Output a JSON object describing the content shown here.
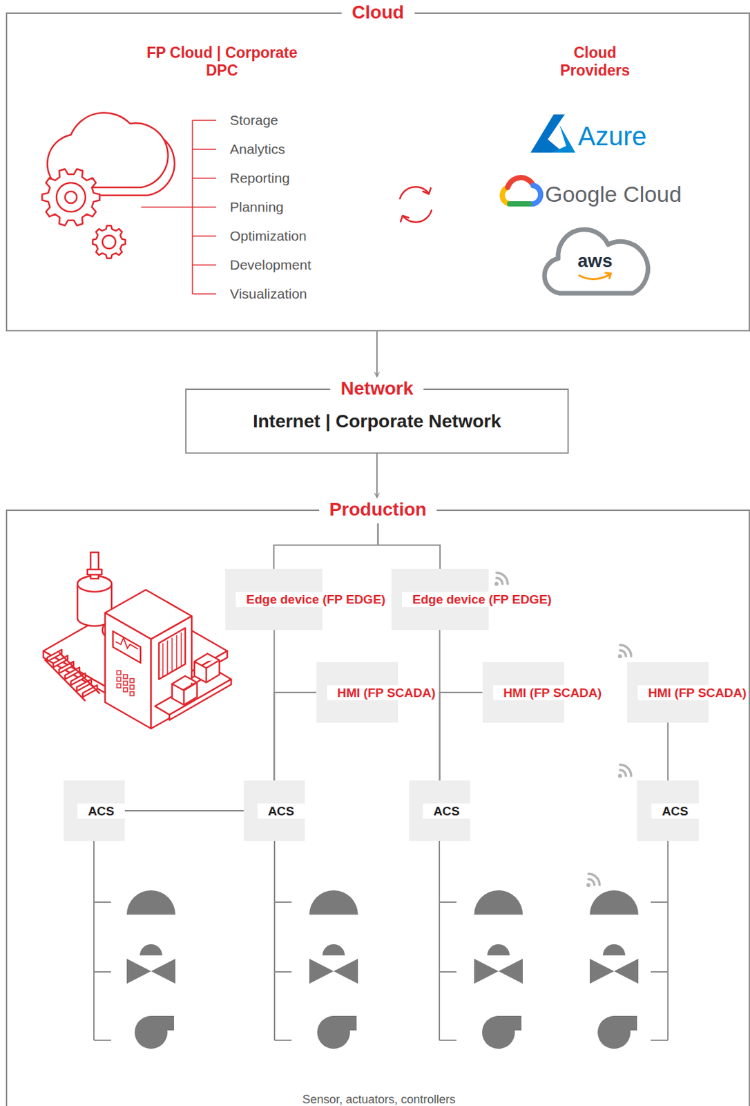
{
  "diagram": {
    "nodes": [
      {
        "text": [
          "Cloud"
        ]
      },
      {
        "text": [
          "Network",
          "Internet | Corporate Network"
        ]
      },
      {
        "text": [
          "Production"
        ]
      },
      {
        "text": [
          "Edge device (FP EDGE)"
        ],
        "in": 2
      },
      {
        "text": [
          "Edge device (FP EDGE)"
        ],
        "in": 2
      },
      {
        "text": [
          "HMI (FP SCADA)"
        ],
        "in": 2
      },
      {
        "text": [
          "HMI (FP SCADA)"
        ],
        "in": 2
      },
      {
        "text": [
          "HMI (FP SCADA)"
        ],
        "in": 2
      },
      {
        "text": [
          "ACS"
        ],
        "in": 2
      },
      {
        "text": [
          "ACS"
        ],
        "in": 2
      },
      {
        "text": [
          "ACS"
        ],
        "in": 2
      },
      {
        "text": [
          "ACS"
        ],
        "in": 2
      }
    ],
    "edges": [
      {
        "from": 0,
        "to": 1,
        "arrow": "to"
      },
      {
        "from": 1,
        "to": 2,
        "arrow": "to"
      },
      {
        "from": 2,
        "to": 3,
        "arrow": "none"
      },
      {
        "from": 2,
        "to": 4,
        "arrow": "none"
      },
      {
        "from": 3,
        "to": 9,
        "arrow": "none"
      },
      {
        "from": 5,
        "to": 9,
        "arrow": "none"
      },
      {
        "from": 8,
        "to": 9,
        "arrow": "none"
      },
      {
        "from": 4,
        "to": 10,
        "arrow": "none"
      },
      {
        "from": 6,
        "to": 10,
        "arrow": "none"
      },
      {
        "from": 7,
        "to": 11,
        "arrow": "none"
      }
    ],
    "labels": [
      "FP Cloud | Corporate DPC",
      "Cloud Providers",
      "Storage",
      "Analytics",
      "Reporting",
      "Planning",
      "Optimization",
      "Development",
      "Visualization",
      "Azure",
      "Google Cloud",
      "aws",
      "Sensor, actuators, controllers"
    ]
  }
}
